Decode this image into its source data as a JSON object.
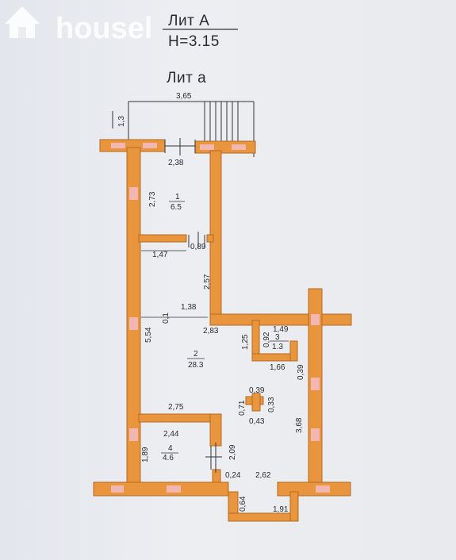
{
  "watermark": {
    "text": "housel"
  },
  "titles": {
    "lit_a": "Лит А",
    "height": "Н=3.15",
    "lit_a_small": "Лит а"
  },
  "dimensions": {
    "stairs_width": "3,65",
    "stairs_depth": "1,3",
    "r1_width": "2,38",
    "r1_height": "2,73",
    "r1_bottom_left": "1,47",
    "r1_bottom_right": "0,89",
    "corridor_height": "2,57",
    "r2_top_left": "1,38",
    "r2_wall_thickness": "0,1",
    "r2_left_height": "5,54",
    "r2_top_width": "2,83",
    "r3_left_height": "1,25",
    "r3_width": "1,49",
    "r3_height": "0,92",
    "r3_bottom": "1,66",
    "r3_right": "0,39",
    "column_top": "0,39",
    "column_left": "0,71",
    "column_right": "0,33",
    "column_bottom": "0,43",
    "r2_middle_width": "2,75",
    "r2_right_height": "3,68",
    "r4_width": "2,44",
    "r4_height": "1,89",
    "r4_right_height": "2,09",
    "door_offset": "0,24",
    "r2_bottom_width": "2,62",
    "vestibule_height": "0,64",
    "vestibule_width": "1,91"
  },
  "rooms": [
    {
      "number": "1",
      "area": "6.5"
    },
    {
      "number": "2",
      "area": "28.3"
    },
    {
      "number": "3",
      "area": "1.3"
    },
    {
      "number": "4",
      "area": "4.6"
    }
  ],
  "colors": {
    "wall": "#e8953e",
    "wall_stroke": "#b56a24",
    "window": "#f1b7b0",
    "line": "#33333a"
  }
}
